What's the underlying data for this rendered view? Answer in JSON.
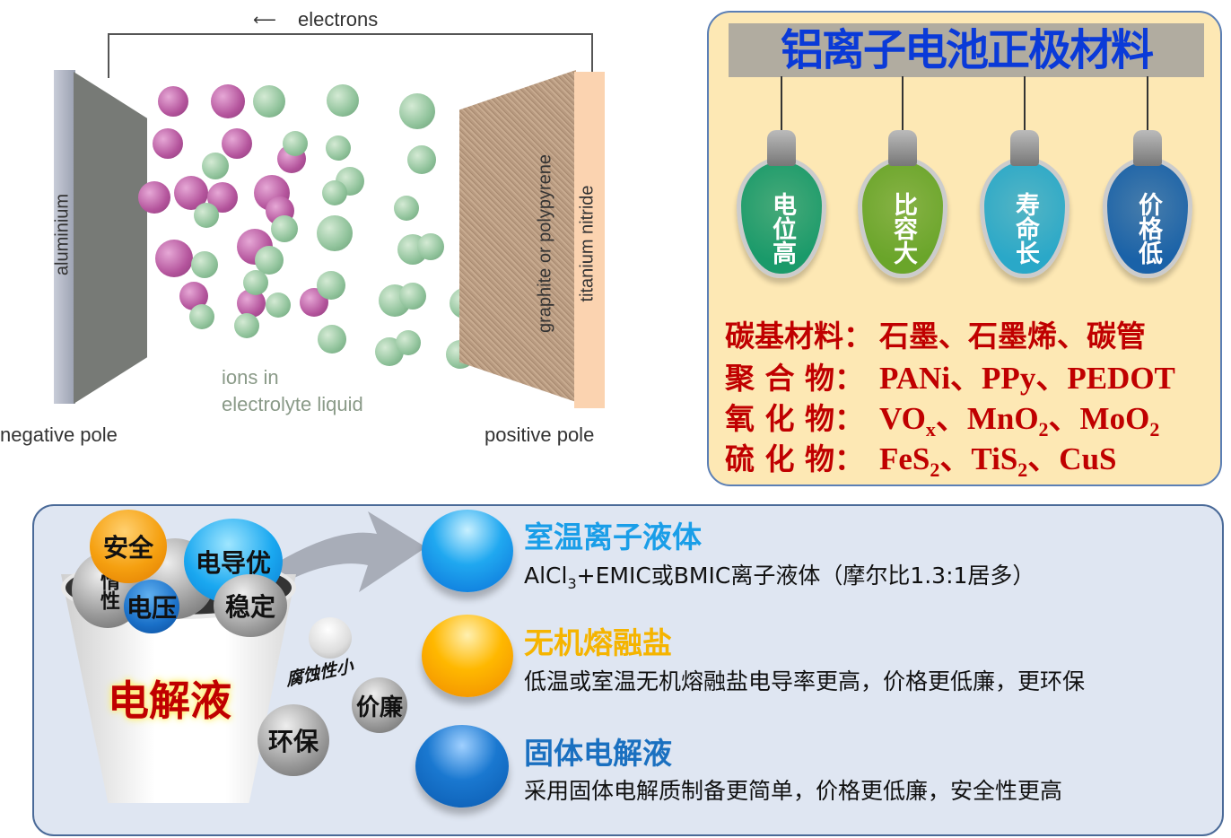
{
  "battery": {
    "electrons": "electrons",
    "aluminium": "aluminium",
    "graphite": "graphite or polypyrene",
    "titanium": "titanium nitride",
    "ions": "ions in",
    "electrolyte": "electrolyte liquid",
    "negative": "negative pole",
    "positive": "positive pole"
  },
  "cathode": {
    "title": "铝离子电池正极材料",
    "bulbs": [
      {
        "label": "电位高",
        "color": "#1a9a6a"
      },
      {
        "label": "比容大",
        "color": "#6aa52a"
      },
      {
        "label": "寿命长",
        "color": "#2aa8c8"
      },
      {
        "label": "价格低",
        "color": "#1a62a8"
      }
    ],
    "materials": [
      {
        "key": "碳基材料：",
        "value": "石墨、石墨烯、碳管"
      },
      {
        "key": "聚 合 物：",
        "value": "PANi、PPy、PEDOT"
      },
      {
        "key": "氧 化 物：",
        "v1": "VO",
        "s1": "x",
        "v2": "、MnO",
        "s2": "2",
        "v3": "、MoO",
        "s3": "2"
      },
      {
        "key": "硫 化 物：",
        "v1": "FeS",
        "s1": "2",
        "v2": "、TiS",
        "s2": "2",
        "v3": "、CuS"
      }
    ]
  },
  "electrolyte": {
    "bucket_label": "电解液",
    "balls": {
      "safe": "安全",
      "conduct": "电导优",
      "inert": "惰性",
      "voltage": "电压",
      "stable": "稳定",
      "corrosion": "腐蚀性小",
      "cheap": "价廉",
      "eco": "环保"
    },
    "types": [
      {
        "title": "室温离子液体",
        "desc_a": "AlCl",
        "desc_sub": "3",
        "desc_b": "+EMIC或BMIC离子液体（摩尔比1.3:1居多）",
        "color": "#1a9ee8"
      },
      {
        "title": "无机熔融盐",
        "desc": "低温或室温无机熔融盐电导率更高，价格更低廉，更环保",
        "color": "#f5b400"
      },
      {
        "title": "固体电解液",
        "desc": "采用固体电解质制备更简单，价格更低廉，安全性更高",
        "color": "#1a70c0"
      }
    ]
  }
}
